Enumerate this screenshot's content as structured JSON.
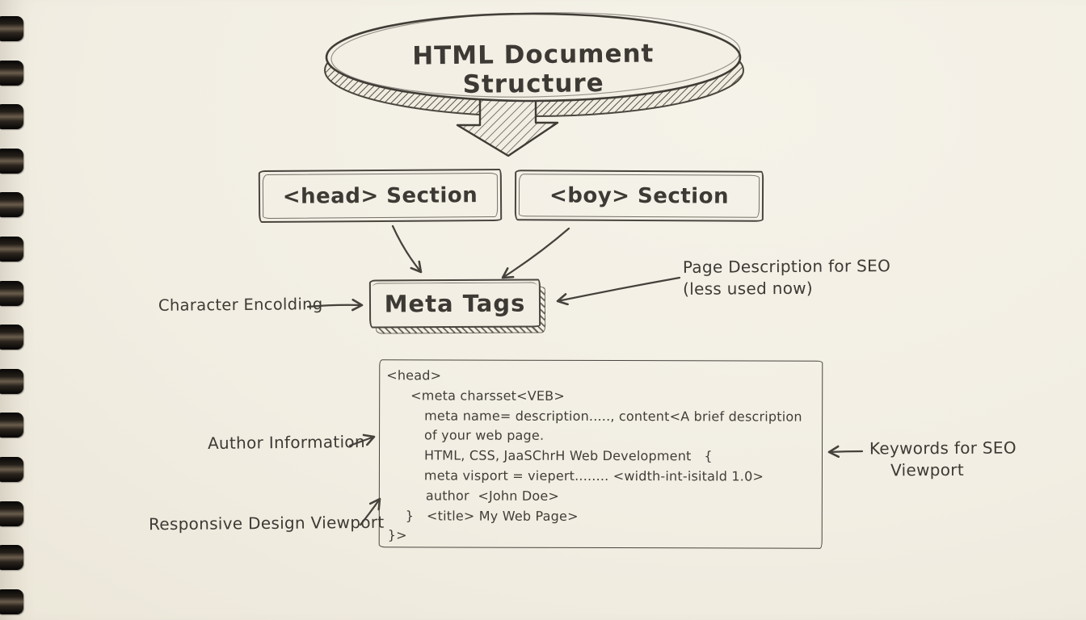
{
  "title": {
    "text": "HTML Document Structure"
  },
  "nodes": {
    "head_section": {
      "label": "<head> Section"
    },
    "body_section": {
      "label": "<boy> Section"
    },
    "meta_tags": {
      "label": "Meta Tags"
    }
  },
  "annotations": {
    "character_encoding": {
      "label": "Character Encolding"
    },
    "page_description": {
      "line1": "Page Description for SEO",
      "line2": "(less used now)"
    },
    "author_information": {
      "label": "Author Information"
    },
    "responsive_viewport": {
      "label": "Responsive Design Viewport"
    },
    "keywords_seo": {
      "line1": "Keywords for SEO",
      "line2": "Viewport"
    }
  },
  "code_block": {
    "lines": [
      "<head>",
      "<meta charsset<VEB>",
      "meta name= description....., content<A brief description",
      "of your web page.",
      "HTML, CSS, JaaSChrH Web Development   {",
      "meta visport = viepert........ <width-int-isitald 1.0>",
      "author  <John Doe>",
      "}   <title> My Web Page>",
      "}>"
    ]
  },
  "colors": {
    "paper": "#f2eee3",
    "ink": "#3d3a35"
  }
}
